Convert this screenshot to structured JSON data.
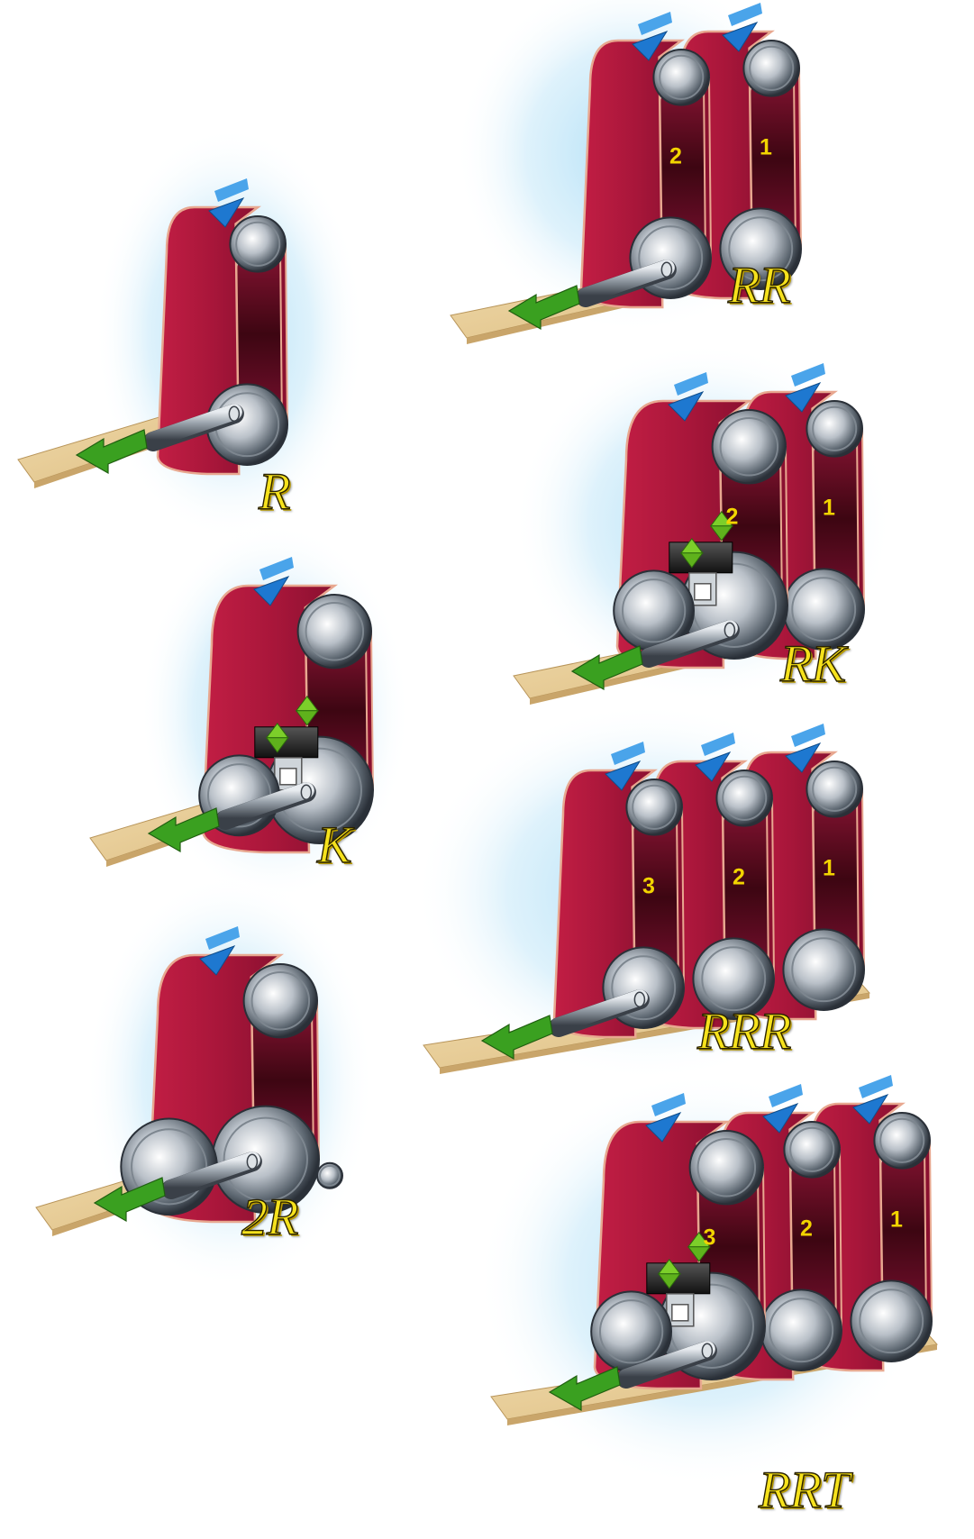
{
  "machines": [
    {
      "id": "R",
      "label": "R",
      "units": [
        {
          "kind": "belt",
          "number": ""
        }
      ],
      "pad": false
    },
    {
      "id": "K",
      "label": "K",
      "units": [
        {
          "kind": "belt-pad",
          "number": ""
        }
      ],
      "pad": true
    },
    {
      "id": "2R",
      "label": "2R",
      "units": [
        {
          "kind": "belt-double",
          "number": ""
        }
      ],
      "pad": false
    },
    {
      "id": "RR",
      "label": "RR",
      "units": [
        {
          "kind": "belt",
          "number": "2"
        },
        {
          "kind": "belt",
          "number": "1"
        }
      ],
      "pad": false
    },
    {
      "id": "RK",
      "label": "RK",
      "units": [
        {
          "kind": "belt-pad",
          "number": "2"
        },
        {
          "kind": "belt",
          "number": "1"
        }
      ],
      "pad": true
    },
    {
      "id": "RRR",
      "label": "RRR",
      "units": [
        {
          "kind": "belt",
          "number": "3"
        },
        {
          "kind": "belt",
          "number": "2"
        },
        {
          "kind": "belt",
          "number": "1"
        }
      ],
      "pad": false
    },
    {
      "id": "RRT",
      "label": "RRT",
      "units": [
        {
          "kind": "belt-pad",
          "number": "3"
        },
        {
          "kind": "belt",
          "number": "2"
        },
        {
          "kind": "belt",
          "number": "1"
        }
      ],
      "pad": true
    }
  ],
  "colors": {
    "belt": "#b3183a",
    "belt_dark": "#6e0a22",
    "belt_edge": "#e8a890",
    "feed_arrow": "#1e78d0",
    "out_arrow": "#3aa020",
    "board": "#e8cf9a",
    "label_fill": "#f6e21c",
    "glow": "#a9dcf5",
    "pad_arrow": "#7ccf2a"
  }
}
